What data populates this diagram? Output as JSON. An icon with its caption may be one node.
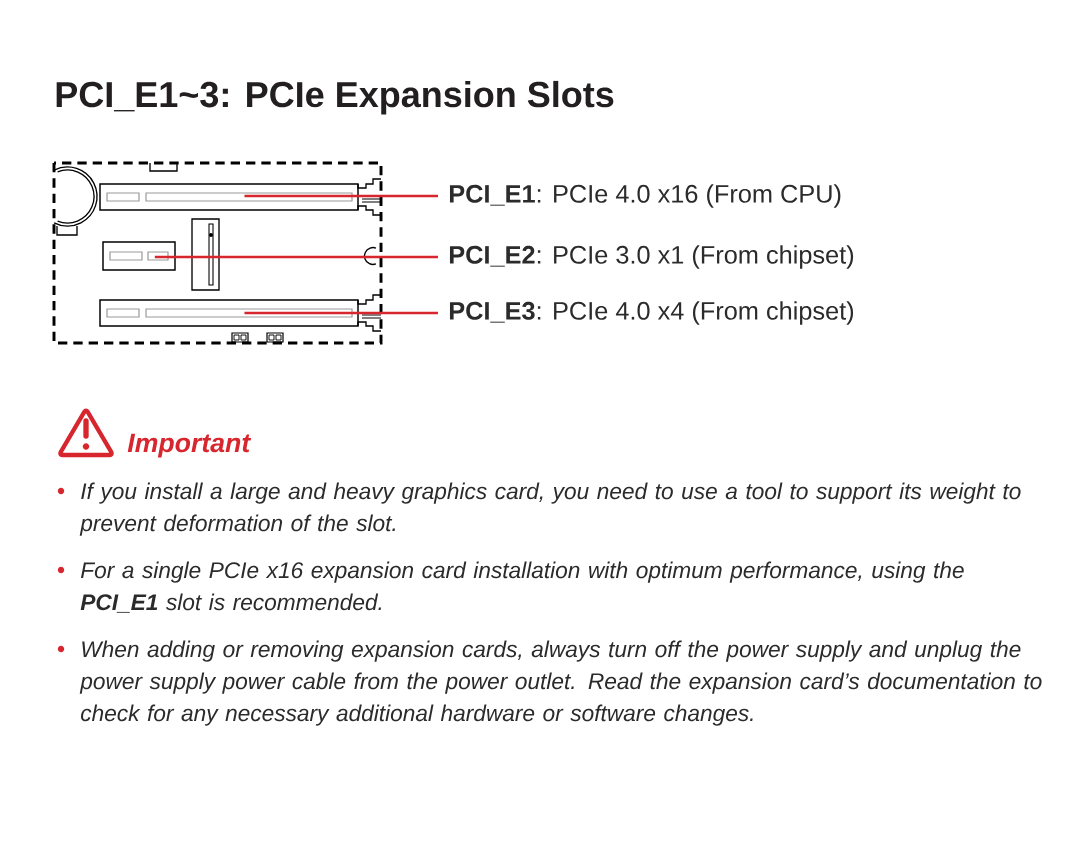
{
  "diagram": {
    "title": "PCI_E1~3: PCIe Expansion Slots",
    "nodes": [
      {
        "text": [],
        "shape": "box"
      },
      {
        "text": [],
        "shape": "box"
      },
      {
        "text": [],
        "shape": "box"
      },
      {
        "text": [
          "**PCI_E1**: PCIe 4.0 x16 (From CPU)"
        ]
      },
      {
        "text": [
          "**PCI_E2**: PCIe 3.0 x1 (From chipset)"
        ]
      },
      {
        "text": [
          "**PCI_E3**: PCIe 4.0 x4 (From chipset)"
        ]
      }
    ],
    "edges": [
      {
        "from": 3,
        "to": 0,
        "arrow": "none"
      },
      {
        "from": 4,
        "to": 1,
        "arrow": "none"
      },
      {
        "from": 5,
        "to": 2,
        "arrow": "none"
      }
    ],
    "labels": [
      "Important",
      "If you install a large and heavy graphics card, you need to use a tool to support its weight to prevent deformation of the slot.",
      "For a single PCIe x16 expansion card installation with optimum performance, using the **PCI_E1** slot is recommended.",
      "When adding or removing expansion cards, always turn off the power supply and unplug the power supply power cable from the power outlet. Read the expansion card’s documentation to check for any necessary additional hardware or software changes."
    ]
  }
}
